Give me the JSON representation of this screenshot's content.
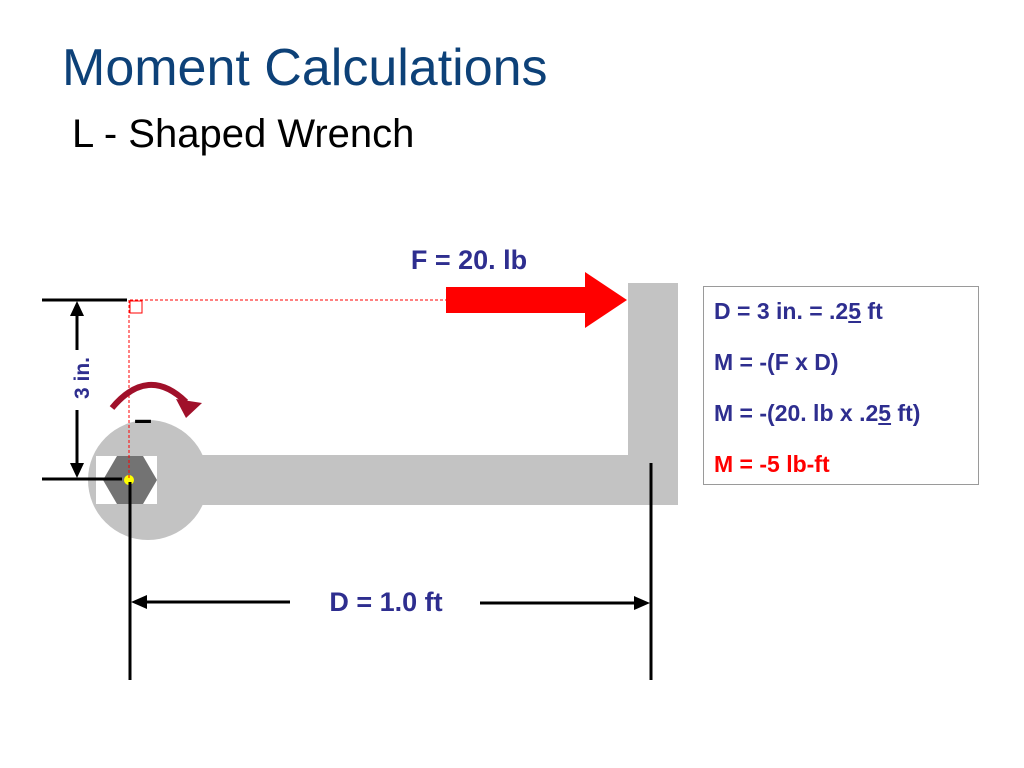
{
  "header": {
    "title": "Moment Calculations",
    "subtitle": "L - Shaped Wrench"
  },
  "diagram": {
    "force_label": "F = 20. lb",
    "moment_arm_label": "3 in.",
    "rotation_sign": "–",
    "distance_label": "D = 1.0 ft"
  },
  "calculation": {
    "line1": {
      "a": "D = 3 in. = .2",
      "b": "5",
      "c": " ft"
    },
    "line2": "M = -(F x D)",
    "line3": {
      "a": "M = -(20. lb x .2",
      "b": "5",
      "c": " ft)"
    },
    "line4": "M =  -5 lb-ft"
  },
  "colors": {
    "title": "#0d4178",
    "label_blue": "#2e2e8f",
    "force_red": "#ff0000",
    "rotation_arrow": "#a0102a",
    "wrench_gray": "#c3c3c3",
    "nut_gray": "#737373",
    "pivot_yellow": "#ffff00"
  }
}
